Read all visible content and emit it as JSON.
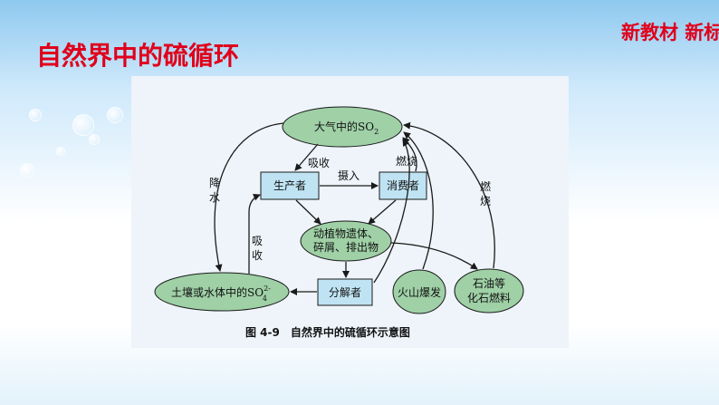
{
  "slide": {
    "title": "自然界中的硫循环",
    "corner_label": "新教材 新标准"
  },
  "diagram": {
    "nodes": {
      "atmosphere_so2": "大气中的SO",
      "atmosphere_so2_sub": "2",
      "producer": "生产者",
      "consumer": "消费者",
      "remains_line1": "动植物遗体、",
      "remains_line2": "碎屑、排出物",
      "decomposer": "分解者",
      "soil_so4": "土壤或水体中的SO",
      "soil_so4_sup": "2-",
      "soil_so4_sub": "4",
      "volcano": "火山爆发",
      "fossil_line1": "石油等",
      "fossil_line2": "化石燃料"
    },
    "edge_labels": {
      "absorb_top": "吸收",
      "ingest": "摄入",
      "burn_consumer": "燃烧",
      "rain_1": "降",
      "rain_2": "水",
      "absorb_left_1": "吸",
      "absorb_left_2": "收",
      "burn_right_1": "燃",
      "burn_right_2": "烧"
    },
    "caption": "图 4-9　自然界中的硫循环示意图"
  },
  "colors": {
    "title_red": "#e0001b",
    "ellipse_fill": "#9fd0a6",
    "box_fill": "#bfe3f3",
    "stroke": "#1a1a1a"
  }
}
